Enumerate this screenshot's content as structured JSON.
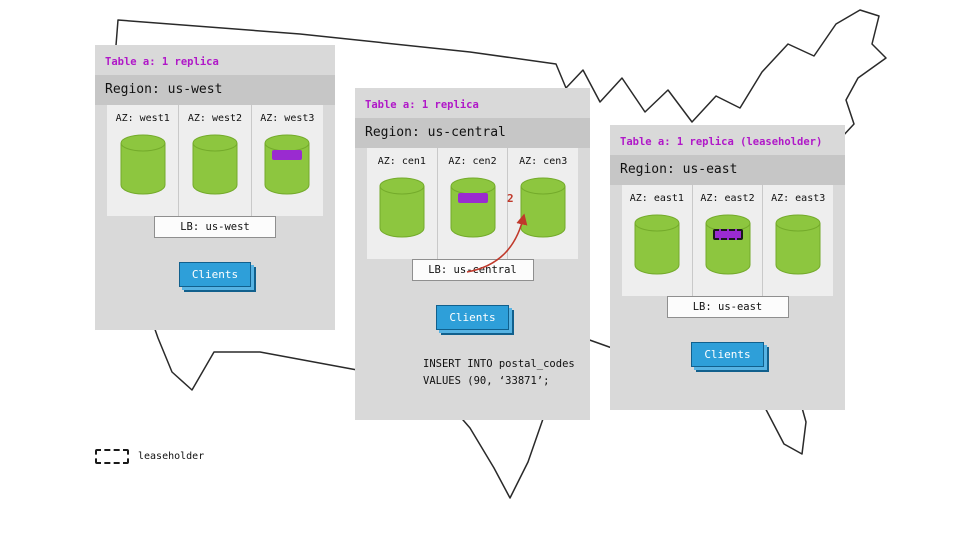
{
  "regions": [
    {
      "table_label": "Table a: 1 replica",
      "region_label": "Region: us-west",
      "azs": [
        {
          "label": "AZ: west1",
          "replica": false,
          "leaseholder": false
        },
        {
          "label": "AZ: west2",
          "replica": false,
          "leaseholder": false
        },
        {
          "label": "AZ: west3",
          "replica": true,
          "leaseholder": false
        }
      ],
      "lb_label": "LB: us-west",
      "clients_label": "Clients"
    },
    {
      "table_label": "Table a: 1 replica",
      "region_label": "Region: us-central",
      "azs": [
        {
          "label": "AZ: cen1",
          "replica": false,
          "leaseholder": false
        },
        {
          "label": "AZ: cen2",
          "replica": true,
          "leaseholder": false
        },
        {
          "label": "AZ: cen3",
          "replica": false,
          "leaseholder": false
        }
      ],
      "lb_label": "LB: us-central",
      "clients_label": "Clients",
      "arrow_label": "2",
      "query_line1": "INSERT INTO postal_codes",
      "query_line2": "VALUES (90, ‘33871’;"
    },
    {
      "table_label": "Table a: 1 replica (leaseholder)",
      "region_label": "Region: us-east",
      "azs": [
        {
          "label": "AZ: east1",
          "replica": false,
          "leaseholder": false
        },
        {
          "label": "AZ: east2",
          "replica": true,
          "leaseholder": true
        },
        {
          "label": "AZ: east3",
          "replica": false,
          "leaseholder": false
        }
      ],
      "lb_label": "LB: us-east",
      "clients_label": "Clients"
    }
  ],
  "legend": {
    "label": "leaseholder"
  },
  "colors": {
    "cylinder_green": "#8dc63f",
    "replica_purple": "#9a2bd0",
    "title_purple": "#b018c8",
    "clients_blue": "#2e9fd9",
    "arrow_red": "#c0392b",
    "panel_gray": "#d9d9d9"
  }
}
